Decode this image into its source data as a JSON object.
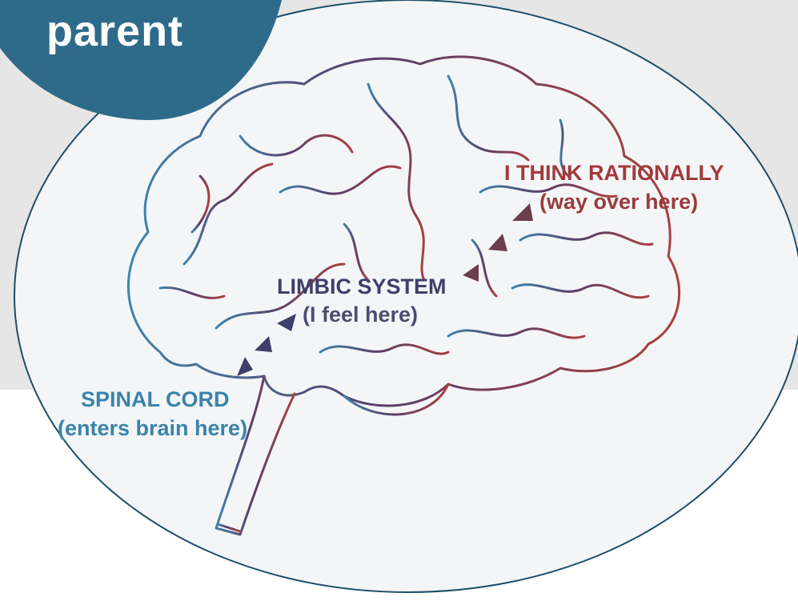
{
  "tab": {
    "label": "parent"
  },
  "labels": {
    "spinal_title": "SPINAL CORD",
    "spinal_sub": "(enters brain here)",
    "limbic_title": "LIMBIC SYSTEM",
    "limbic_sub": "(I feel here)",
    "think_title": "I THINK RATIONALLY",
    "think_sub": "(way over here)"
  },
  "colors": {
    "tab": "#2e6b8a",
    "band": "#e6e6e6",
    "oval_fill": "#f4f5f7",
    "spinal": "#3a83aa",
    "limbic": "#3e3f6a",
    "rational": "#a23a3a",
    "arrow": "#4d3a5a"
  }
}
